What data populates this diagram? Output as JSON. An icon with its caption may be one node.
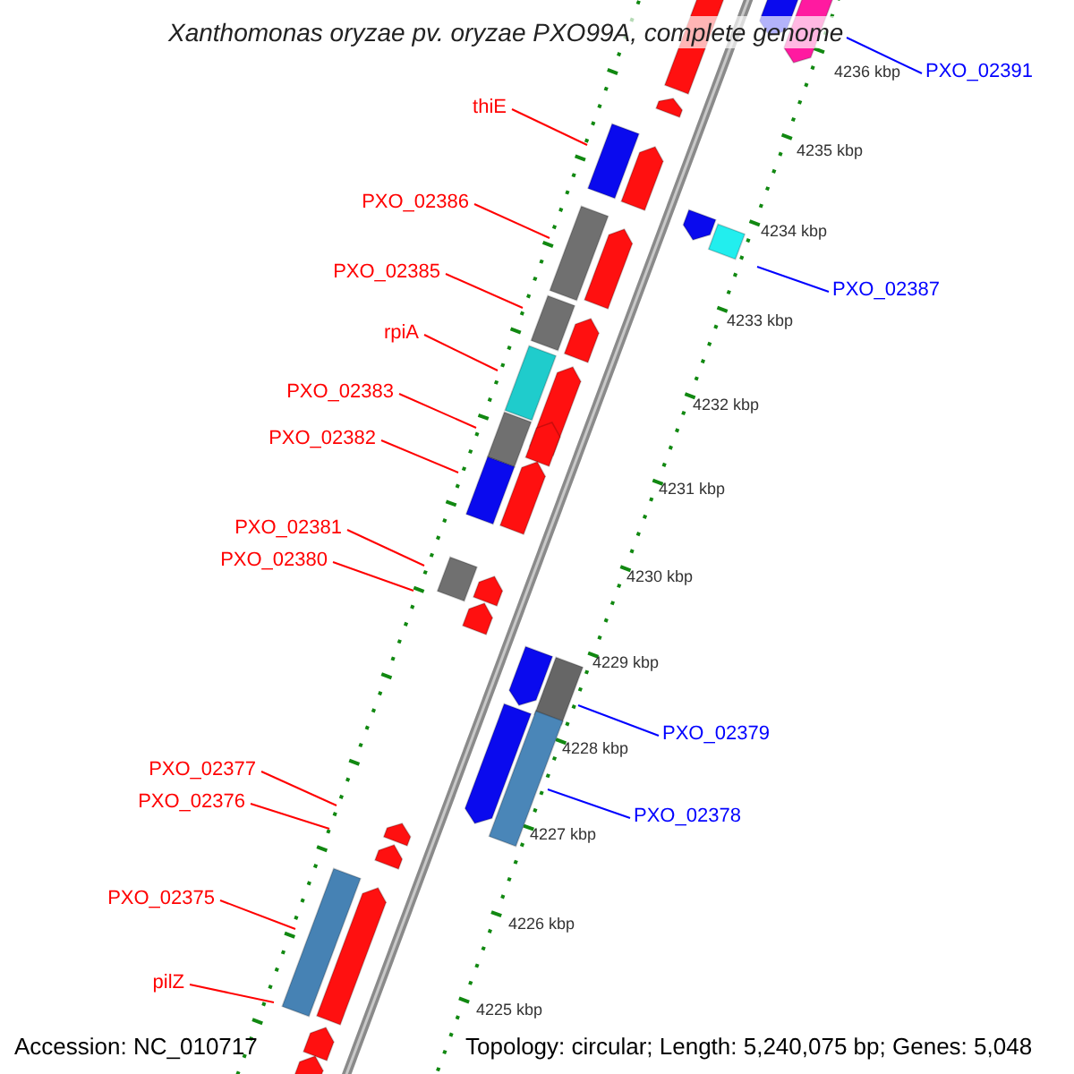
{
  "diagram": {
    "title": "Xanthomonas oryzae pv. oryzae PXO99A, complete genome",
    "nodes": [
      {
        "text": [
          "PXO_02391"
        ]
      },
      {
        "text": [
          "thiE"
        ]
      },
      {
        "text": [
          "PXO_02386"
        ]
      },
      {
        "text": [
          "PXO_02387"
        ]
      },
      {
        "text": [
          "PXO_02385"
        ]
      },
      {
        "text": [
          "rpiA"
        ]
      },
      {
        "text": [
          "PXO_02383"
        ]
      },
      {
        "text": [
          "PXO_02382"
        ]
      },
      {
        "text": [
          "PXO_02381"
        ]
      },
      {
        "text": [
          "PXO_02380"
        ]
      },
      {
        "text": [
          "PXO_02379"
        ]
      },
      {
        "text": [
          "PXO_02377"
        ]
      },
      {
        "text": [
          "PXO_02376"
        ]
      },
      {
        "text": [
          "PXO_02378"
        ]
      },
      {
        "text": [
          "PXO_02375"
        ]
      },
      {
        "text": [
          "pilZ"
        ]
      }
    ],
    "edges": [
      {
        "from": 0,
        "to": null,
        "arrow": "none",
        "color": "#0000ff"
      },
      {
        "from": 1,
        "to": null,
        "arrow": "none"
      },
      {
        "from": 2,
        "to": null,
        "arrow": "none"
      },
      {
        "from": 3,
        "to": null,
        "arrow": "none",
        "color": "#0000ff"
      },
      {
        "from": 4,
        "to": null,
        "arrow": "none"
      },
      {
        "from": 5,
        "to": null,
        "arrow": "none"
      },
      {
        "from": 6,
        "to": null,
        "arrow": "none"
      },
      {
        "from": 7,
        "to": null,
        "arrow": "none"
      },
      {
        "from": 8,
        "to": null,
        "arrow": "none"
      },
      {
        "from": 9,
        "to": null,
        "arrow": "none"
      },
      {
        "from": 10,
        "to": null,
        "arrow": "none",
        "color": "#0000ff"
      },
      {
        "from": 11,
        "to": null,
        "arrow": "none"
      },
      {
        "from": 12,
        "to": null,
        "arrow": "none"
      },
      {
        "from": 13,
        "to": null,
        "arrow": "none",
        "color": "#0000ff"
      },
      {
        "from": 14,
        "to": null,
        "arrow": "none"
      },
      {
        "from": 15,
        "to": null,
        "arrow": "none"
      }
    ],
    "labels": [
      "4236 kbp",
      "4235 kbp",
      "4234 kbp",
      "4233 kbp",
      "4232 kbp",
      "4231 kbp",
      "4230 kbp",
      "4229 kbp",
      "4228 kbp",
      "4227 kbp",
      "4226 kbp",
      "4225 kbp",
      "Accession: NC_010717",
      "Topology: circular; Length: 5,240,075 bp; Genes: 5,048"
    ]
  }
}
